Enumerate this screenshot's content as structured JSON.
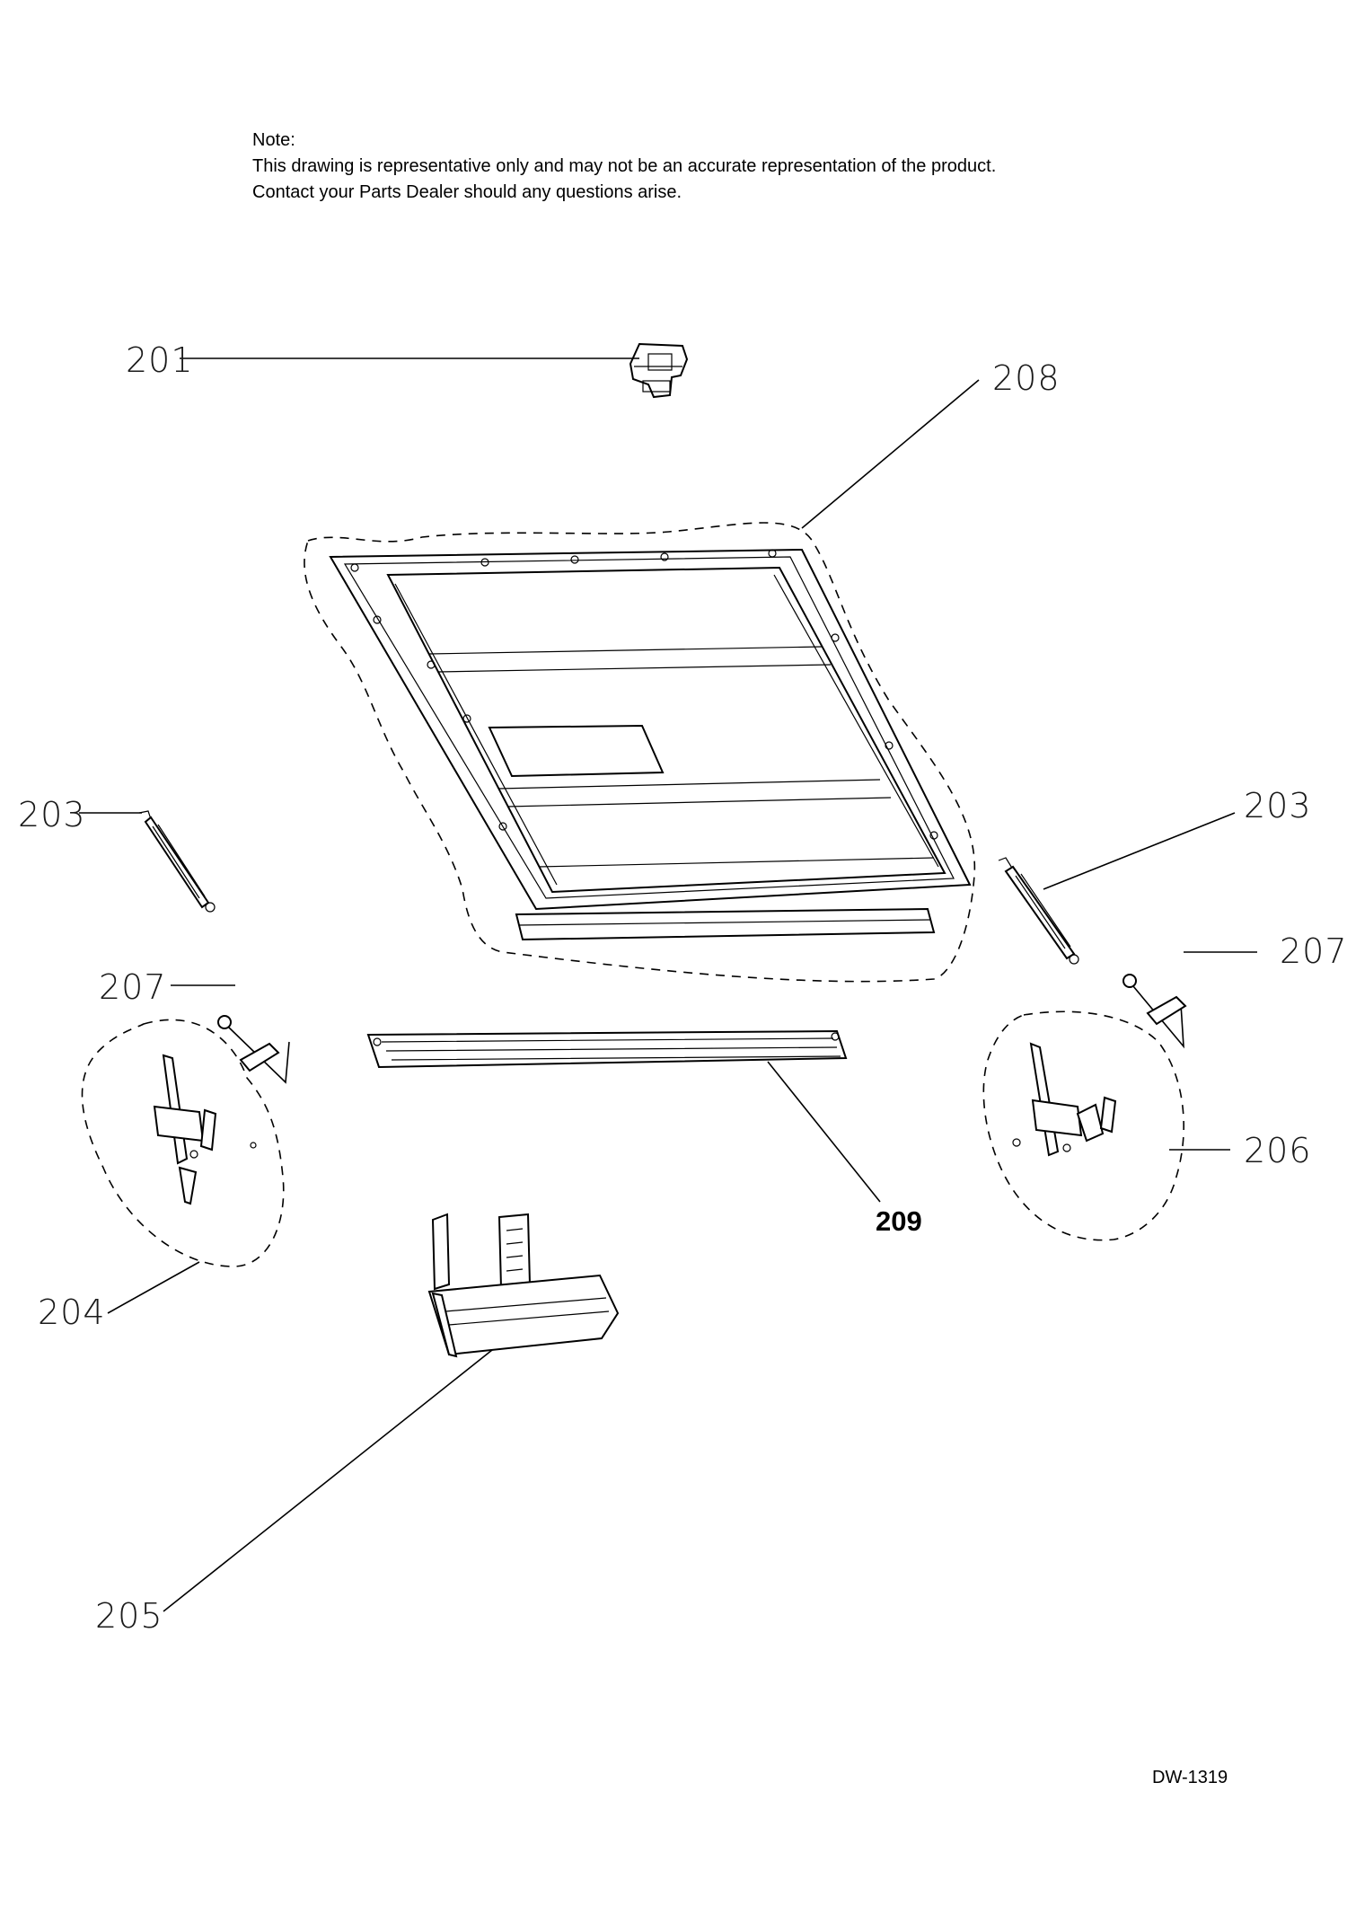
{
  "note": {
    "heading": "Note:",
    "line1": "This drawing is representative only and may not be an accurate representation of the product.",
    "line2": "Contact your Parts Dealer should any questions arise."
  },
  "labels": {
    "p201": "201",
    "p208": "208",
    "p203_left": "203",
    "p203_right": "203",
    "p207_left": "207",
    "p207_right": "207",
    "p206": "206",
    "p209": "209",
    "p204": "204",
    "p205": "205"
  },
  "drawing_code": "DW-1319"
}
